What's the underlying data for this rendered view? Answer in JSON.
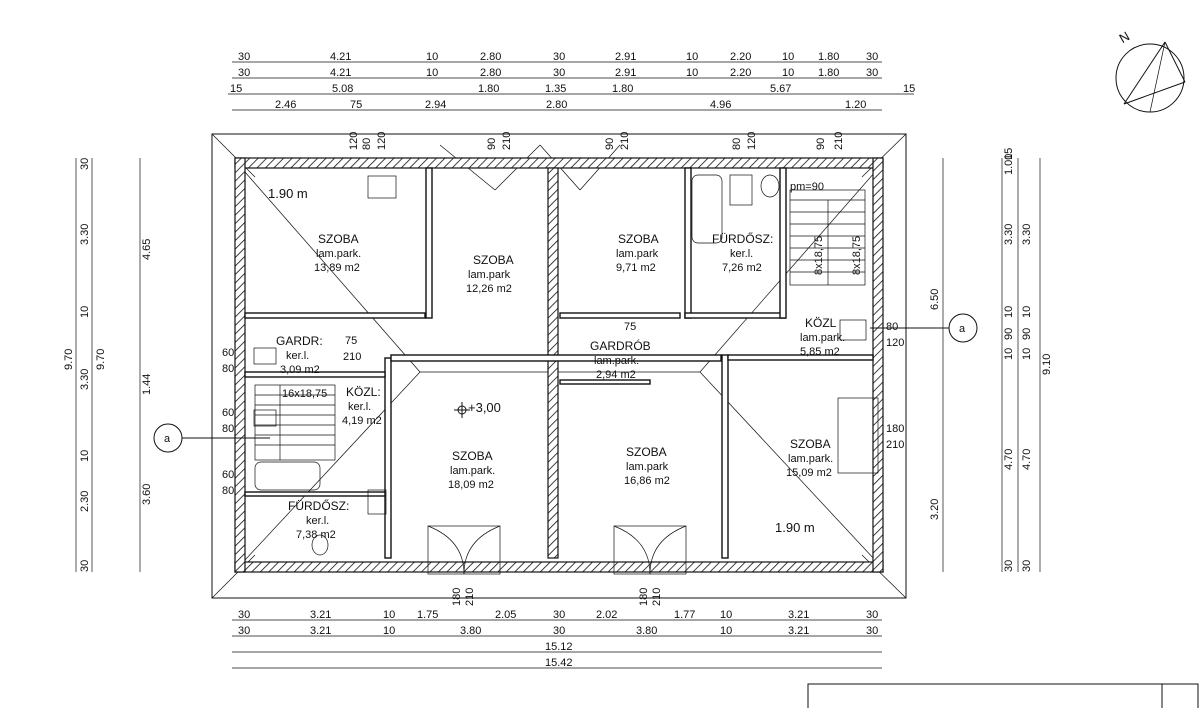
{
  "north_label": "N",
  "dims_top_row1": [
    "30",
    "4.21",
    "10",
    "2.80",
    "30",
    "2.91",
    "10",
    "2.20",
    "10",
    "1.80",
    "30"
  ],
  "dims_top_row2": [
    "30",
    "4.21",
    "10",
    "2.80",
    "30",
    "2.91",
    "10",
    "2.20",
    "10",
    "1.80",
    "30"
  ],
  "dims_top_row3": [
    "15",
    "5.08",
    "1.80",
    "1.35",
    "1.80",
    "5.67",
    "15"
  ],
  "dims_top_row4": [
    "2.46",
    "75",
    "2.94",
    "2.80",
    "4.96",
    "1.20"
  ],
  "dims_bottom_row1": [
    "30",
    "3.21",
    "10",
    "1.75",
    "2.05",
    "30",
    "2.02",
    "1.77",
    "10",
    "3.21",
    "30"
  ],
  "dims_bottom_row2": [
    "30",
    "3.21",
    "10",
    "3.80",
    "30",
    "3.80",
    "10",
    "3.21",
    "30"
  ],
  "dims_bottom_total1": "15.12",
  "dims_bottom_total2": "15.42",
  "dims_left_outer": "9.70",
  "dims_left_mid": [
    "30",
    "3.30",
    "10",
    "3.30",
    "10",
    "2.30",
    "30"
  ],
  "dims_left_mid2": "9.70",
  "dims_left_inner": [
    "4.65",
    "1.44",
    "3.60"
  ],
  "dims_right_inner": [
    "6.50",
    "3.20"
  ],
  "dims_right_mid": [
    "15",
    "1.00",
    "3.30",
    "10",
    "90",
    "10",
    "4.70",
    "30"
  ],
  "dims_right_mid2": [
    "3.30",
    "10",
    "90",
    "10",
    "4.70",
    "30"
  ],
  "dims_right_outer": "9.10",
  "section_marker": "a",
  "level_mark": "+3,00",
  "eave_labels": [
    "1.90  m",
    "1.90  m"
  ],
  "stair_label_right": "pm=90",
  "rooms": [
    {
      "name": "SZOBA",
      "floor": "lam.park.",
      "area": "13,89  m2"
    },
    {
      "name": "SZOBA",
      "floor": "lam.park",
      "area": "12,26  m2"
    },
    {
      "name": "SZOBA",
      "floor": "lam.park",
      "area": "9,71  m2"
    },
    {
      "name": "FÜRDŐSZ:",
      "floor": "ker.l.",
      "area": "7,26  m2"
    },
    {
      "name": "GARDR:",
      "floor": "ker.l.",
      "area": "3,09  m2"
    },
    {
      "name": "KÖZL:",
      "floor": "ker.l.",
      "area": "4,19  m2"
    },
    {
      "name": "GARDRÓB",
      "floor": "lam.park.",
      "area": "2,94  m2"
    },
    {
      "name": "KÖZL",
      "floor": "lam.park.",
      "area": "5,85  m2"
    },
    {
      "name": "SZOBA",
      "floor": "lam.park.",
      "area": "18,09  m2"
    },
    {
      "name": "SZOBA",
      "floor": "lam.park",
      "area": "16,86  m2"
    },
    {
      "name": "SZOBA",
      "floor": "lam.park.",
      "area": "15,09  m2"
    },
    {
      "name": "FÜRDŐSZ:",
      "floor": "ker.l.",
      "area": "7,38  m2"
    }
  ],
  "openings": {
    "w_80_120": [
      "120",
      "80",
      "120"
    ],
    "w_60_80": [
      "60",
      "80"
    ],
    "d_90_210": [
      "90",
      "210"
    ],
    "d_75_210": [
      "75",
      "210"
    ],
    "d_180_210": [
      "180",
      "210"
    ],
    "d_80_120": [
      "80",
      "120"
    ],
    "stair_left": "16x18,75",
    "stair_right": "8x18,75"
  }
}
